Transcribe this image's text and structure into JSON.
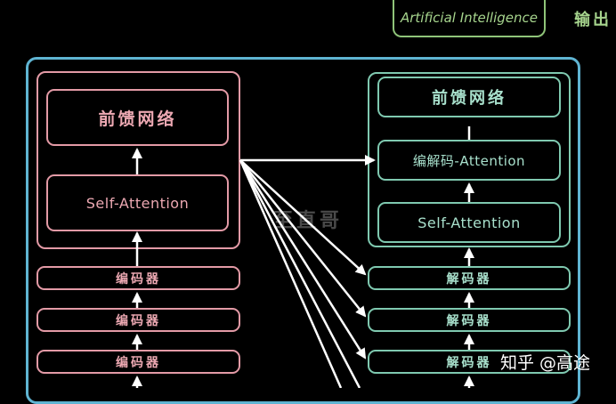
{
  "header": {
    "ai_label": "Artificial Intelligence",
    "output_label": "输出"
  },
  "encoder": {
    "ffn_label": "前馈网络",
    "self_attention_label": "Self-Attention",
    "stack": [
      "编码器",
      "编码器",
      "编码器"
    ]
  },
  "decoder": {
    "ffn_label": "前馈网络",
    "enc_dec_attention_label": "编解码-Attention",
    "self_attention_label": "Self-Attention",
    "stack": [
      "解码器",
      "解码器",
      "解码器"
    ]
  },
  "watermarks": {
    "center": "至直哥",
    "bottom_right": "知乎 @高途"
  },
  "colors": {
    "outer_border": "#5fb4d2",
    "encoder": "#e39aa6",
    "decoder": "#7fc9b0",
    "ai_box": "#8fc479",
    "arrows": "#ffffff"
  }
}
